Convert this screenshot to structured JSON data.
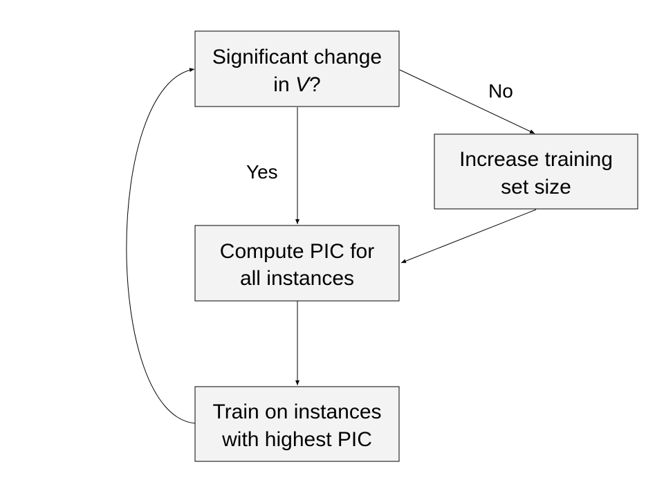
{
  "diagram": {
    "nodes": {
      "decision": {
        "line1": "Significant change",
        "line2_prefix": "in ",
        "line2_var": "V",
        "line2_suffix": "?"
      },
      "increase": {
        "line1": "Increase training",
        "line2": "set size"
      },
      "compute": {
        "line1": "Compute PIC for",
        "line2": "all instances"
      },
      "train": {
        "line1": "Train on instances",
        "line2": "with highest PIC"
      }
    },
    "edges": {
      "yes_label": "Yes",
      "no_label": "No"
    },
    "colors": {
      "box_fill": "#f3f3f3",
      "stroke": "#000000",
      "text": "#000000"
    }
  }
}
